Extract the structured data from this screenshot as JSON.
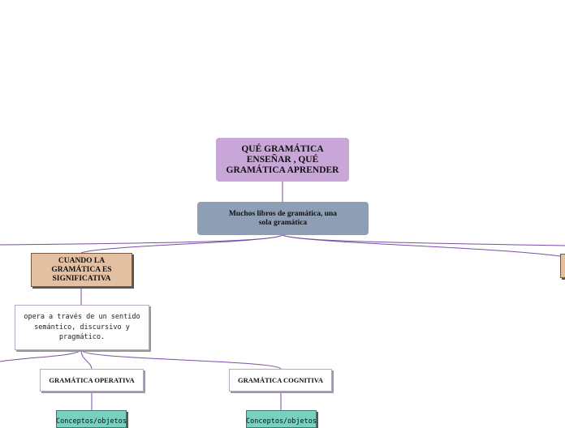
{
  "root": {
    "label": "QUÉ GRAMÁTICA ENSEÑAR , QUÉ GRAMÁTICA APRENDER"
  },
  "sub": {
    "label": "Muchos libros de gramática, una sola gramática"
  },
  "left_branch": {
    "label": "CUANDO LA GRAMÁTICA ES SIGNIFICATIVA",
    "note": "opera a través de un sentido semántico, discursivo y pragmático.",
    "children": [
      {
        "label": "GRAMÁTICA OPERATIVA",
        "child": "Conceptos/objetos"
      },
      {
        "label": "GRAMÁTICA COGNITIVA",
        "child": "Conceptos/objetos"
      }
    ]
  },
  "colors": {
    "root": "#c8a6d8",
    "sub": "#8e9fb5",
    "branch": "#e3c0a1",
    "leaf_child": "#79cfc0",
    "connector": "#7b4fa6"
  }
}
